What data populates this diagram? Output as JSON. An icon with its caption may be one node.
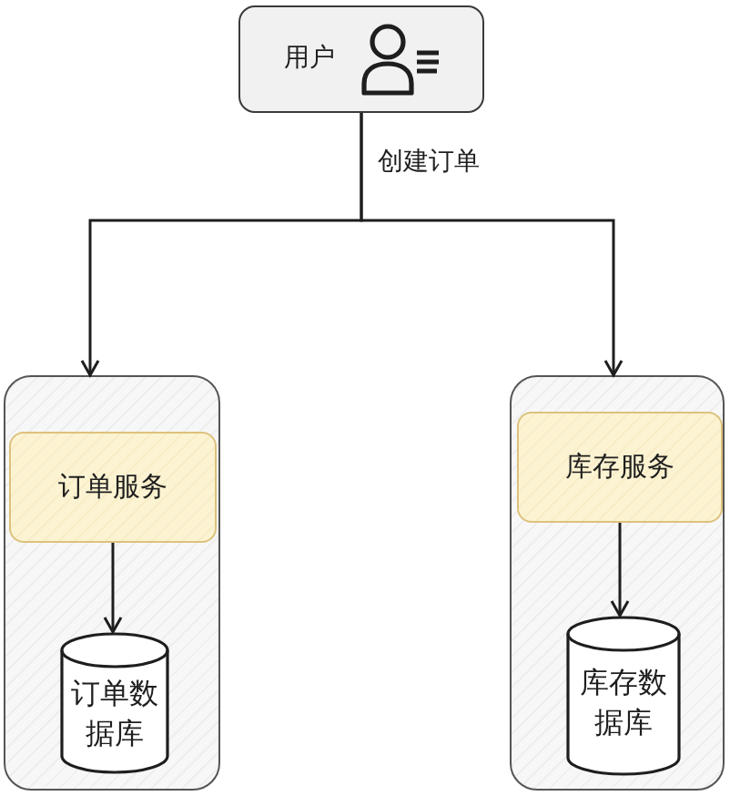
{
  "diagram": {
    "nodes": [
      {
        "text": [
          "用户"
        ]
      },
      {
        "text": [],
        "shape": "box"
      },
      {
        "text": [
          "订单服务"
        ],
        "in": 1
      },
      {
        "text": [
          "订单数据库"
        ],
        "in": 1
      },
      {
        "text": [],
        "shape": "box"
      },
      {
        "text": [
          "库存服务"
        ],
        "in": 4
      },
      {
        "text": [
          "库存数据库"
        ],
        "in": 4
      }
    ],
    "edges": [
      {
        "from": 0,
        "to": 1,
        "arrow": "to",
        "label": "创建订单"
      },
      {
        "from": 0,
        "to": 4,
        "arrow": "to"
      },
      {
        "from": 2,
        "to": 3,
        "arrow": "to"
      },
      {
        "from": 5,
        "to": 6,
        "arrow": "to"
      }
    ]
  }
}
